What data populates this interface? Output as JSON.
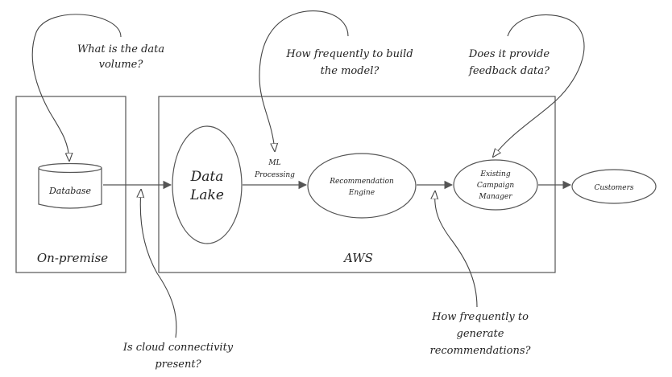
{
  "groups": {
    "on_premise": "On-premise",
    "aws": "AWS"
  },
  "nodes": {
    "database": "Database",
    "data_lake": [
      "Data",
      "Lake"
    ],
    "ml_processing": [
      "ML",
      "Processing"
    ],
    "recommendation_engine": [
      "Recommendation",
      "Engine"
    ],
    "campaign_manager": [
      "Existing",
      "Campaign",
      "Manager"
    ],
    "customers": "Customers"
  },
  "questions": {
    "data_volume": [
      "What is the data",
      "volume?"
    ],
    "build_frequency": [
      "How frequently to build",
      "the model?"
    ],
    "feedback": [
      "Does it provide",
      "feedback data?"
    ],
    "connectivity": [
      "Is cloud connectivity",
      "present?"
    ],
    "generate_frequency": [
      "How frequently to",
      "generate",
      "recommendations?"
    ]
  }
}
